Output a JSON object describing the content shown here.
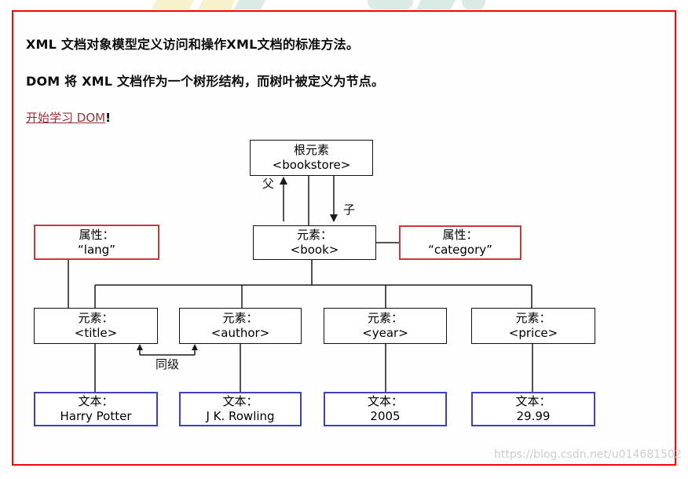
{
  "header": {
    "paragraph1": "XML 文档对象模型定义访问和操作XML文档的标准方法。",
    "paragraph2": "DOM 将 XML 文档作为一个树形结构，而树叶被定义为节点。",
    "link": {
      "text": "开始学习 DOM",
      "suffix": "!"
    }
  },
  "diagram": {
    "root": {
      "title": "根元素",
      "code": "<bookstore>"
    },
    "labels": {
      "parent": "父",
      "child": "子",
      "sibling": "同级"
    },
    "book": {
      "title": "元素：",
      "code": "<book>"
    },
    "attributes": [
      {
        "title": "属性：",
        "code": "“lang”"
      },
      {
        "title": "属性：",
        "code": "“category”"
      }
    ],
    "elements": [
      {
        "title": "元素：",
        "code": "<title>"
      },
      {
        "title": "元素：",
        "code": "<author>"
      },
      {
        "title": "元素：",
        "code": "<year>"
      },
      {
        "title": "元素：",
        "code": "<price>"
      }
    ],
    "texts": [
      {
        "title": "文本：",
        "code": "Harry Potter"
      },
      {
        "title": "文本：",
        "code": "J K. Rowling"
      },
      {
        "title": "文本：",
        "code": "2005"
      },
      {
        "title": "文本：",
        "code": "29.99"
      }
    ]
  },
  "watermark": "https://blog.csdn.net/u014681502",
  "colors": {
    "frame_border": "#fb0006",
    "element_border": "#111111",
    "attribute_border": "#cc3839",
    "text_border": "#4040bd",
    "link": "#993333",
    "watermark": "#c9c9c9"
  }
}
